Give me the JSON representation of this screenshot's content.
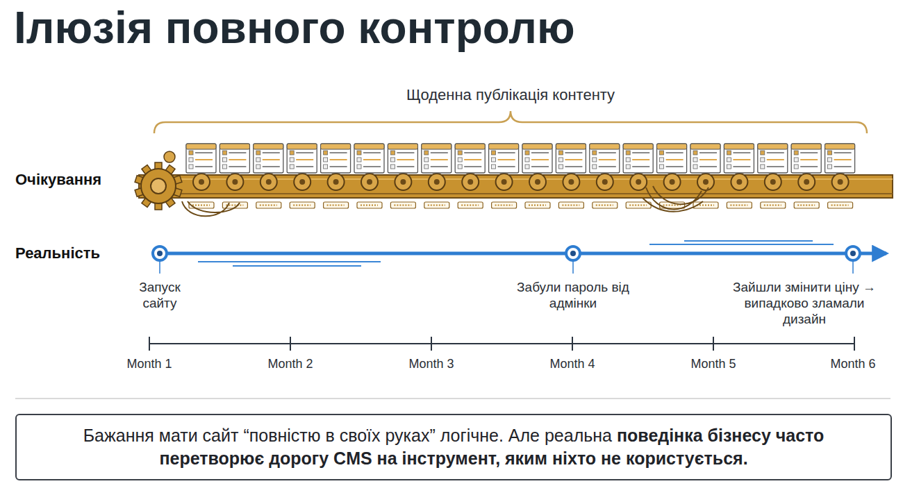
{
  "diagram": {
    "title": "Ілюзія повного контролю",
    "nodes": [
      {
        "text": [
          "Бажання мати сайт “повністю в своїх руках” логічне. Але реальна",
          "поведінка бізнесу часто перетворює дорогу CMS на інструмент, яким ніхто не користується."
        ]
      }
    ],
    "labels": [
      "Щоденна публікація контенту",
      "Очікування",
      "Реальність",
      "Запуск сайту",
      "Забули пароль від адмінки",
      "Зайшли змінити ціну → випадково зламали дизайн",
      "Month 1",
      "Month 2",
      "Month 3",
      "Month 4",
      "Month 5",
      "Month 6"
    ]
  }
}
